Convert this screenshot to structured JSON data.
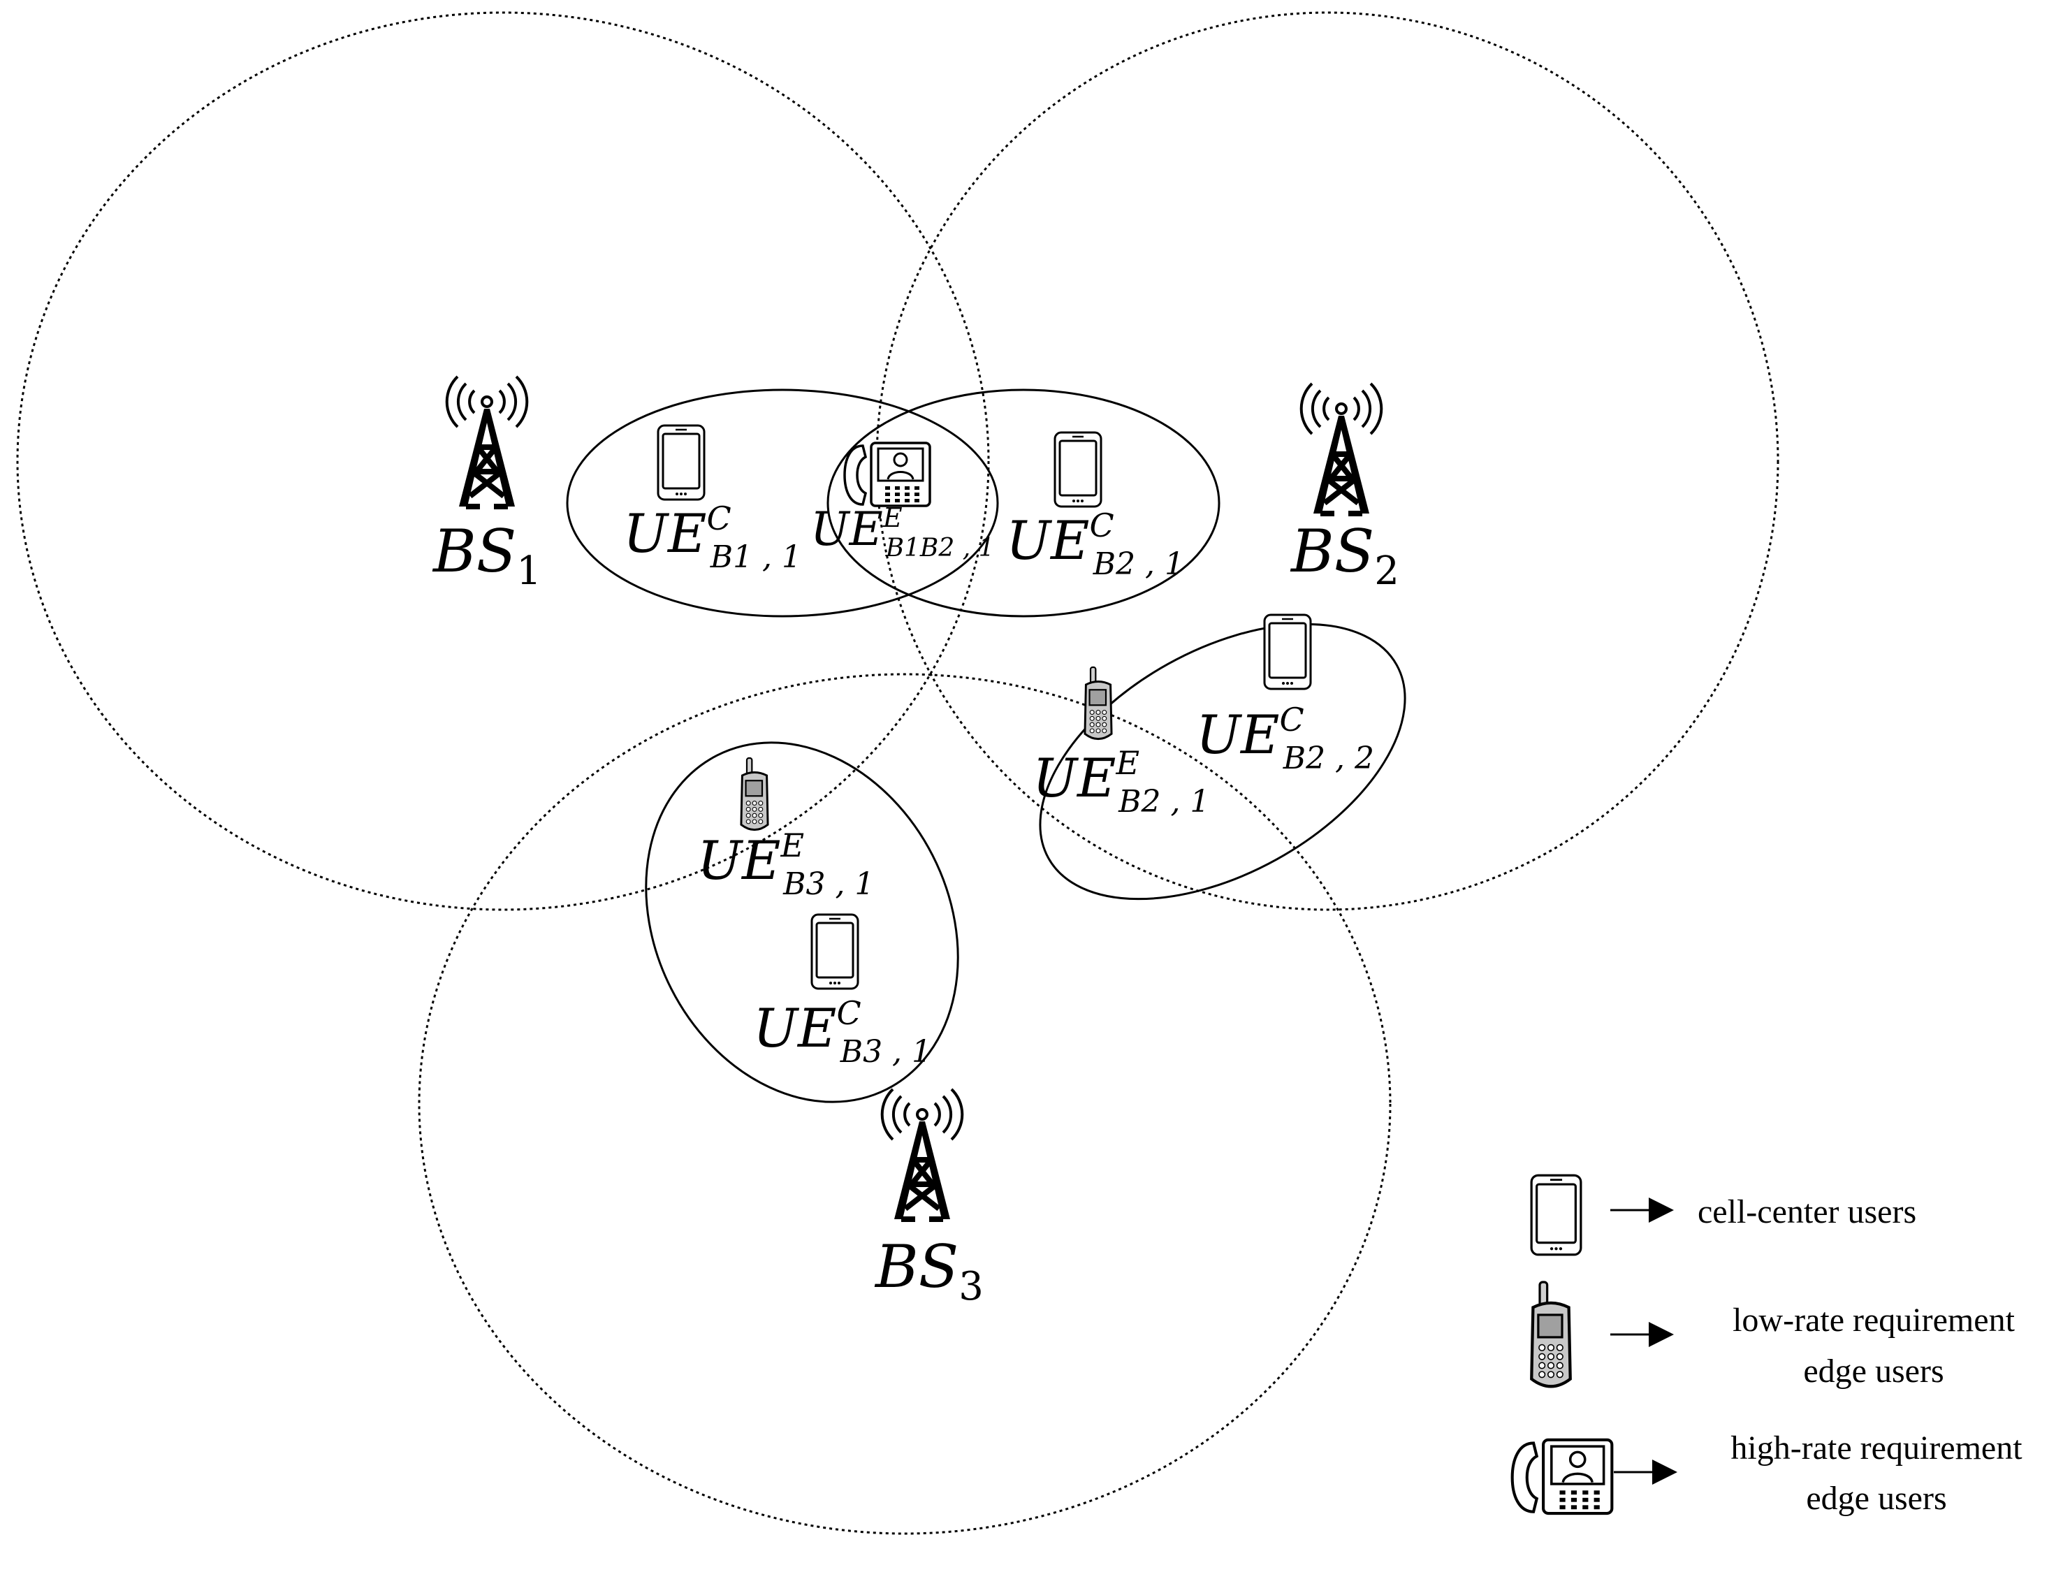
{
  "base_stations": [
    {
      "id": "bs1",
      "name": "BS",
      "sub": "1"
    },
    {
      "id": "bs2",
      "name": "BS",
      "sub": "2"
    },
    {
      "id": "bs3",
      "name": "BS",
      "sub": "3"
    }
  ],
  "users": [
    {
      "id": "ue-b11-c",
      "type": "cell-center",
      "base": "UE",
      "sup": "C",
      "sub": "B1 , 1"
    },
    {
      "id": "ue-b1b21-e",
      "type": "high-rate-edge",
      "base": "UE",
      "sup": "E",
      "sub": "B1B2 , 1"
    },
    {
      "id": "ue-b21-c",
      "type": "cell-center",
      "base": "UE",
      "sup": "C",
      "sub": "B2 , 1"
    },
    {
      "id": "ue-b22-c",
      "type": "cell-center",
      "base": "UE",
      "sup": "C",
      "sub": "B2 , 2"
    },
    {
      "id": "ue-b21-e",
      "type": "low-rate-edge",
      "base": "UE",
      "sup": "E",
      "sub": "B2 , 1"
    },
    {
      "id": "ue-b31-e",
      "type": "low-rate-edge",
      "base": "UE",
      "sup": "E",
      "sub": "B3 , 1"
    },
    {
      "id": "ue-b31-c",
      "type": "cell-center",
      "base": "UE",
      "sup": "C",
      "sub": "B3 , 1"
    }
  ],
  "legend": {
    "cell_center": {
      "icon": "smartphone-icon",
      "line1": "cell-center users"
    },
    "low_rate": {
      "icon": "feature-phone-icon",
      "line1": "low-rate requirement",
      "line2": "edge users"
    },
    "high_rate": {
      "icon": "video-phone-icon",
      "line1": "high-rate requirement",
      "line2": "edge users"
    }
  }
}
